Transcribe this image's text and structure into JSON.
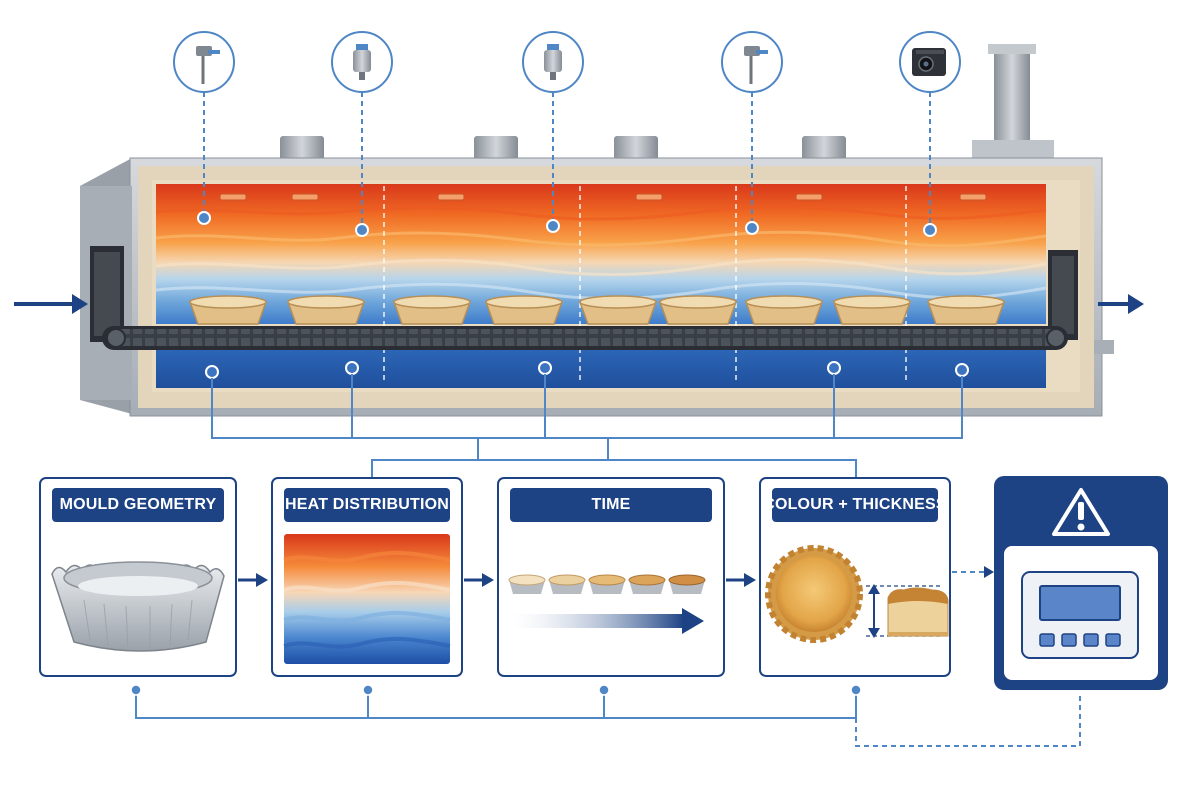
{
  "panels": [
    {
      "title": "MOULD GEOMETRY"
    },
    {
      "title": "HEAT DISTRIBUTION"
    },
    {
      "title": "TIME"
    },
    {
      "title": "COLOUR + THICKNESS"
    }
  ],
  "sensors": [
    {
      "icon": "temperature-probe-icon"
    },
    {
      "icon": "cylindrical-sensor-icon"
    },
    {
      "icon": "cylindrical-sensor-icon"
    },
    {
      "icon": "temperature-probe-icon"
    },
    {
      "icon": "camera-icon"
    }
  ],
  "controller": {
    "icon": "warning-triangle-icon"
  },
  "colors": {
    "accent_blue": "#1e4384",
    "line_blue": "#4f86c6",
    "oven_steel": "#b9bec5",
    "insulation": "#e3d5bc",
    "heat_hot": "#e8461c",
    "heat_cool": "#2c66b6",
    "pastry": "#ecd5a4"
  }
}
